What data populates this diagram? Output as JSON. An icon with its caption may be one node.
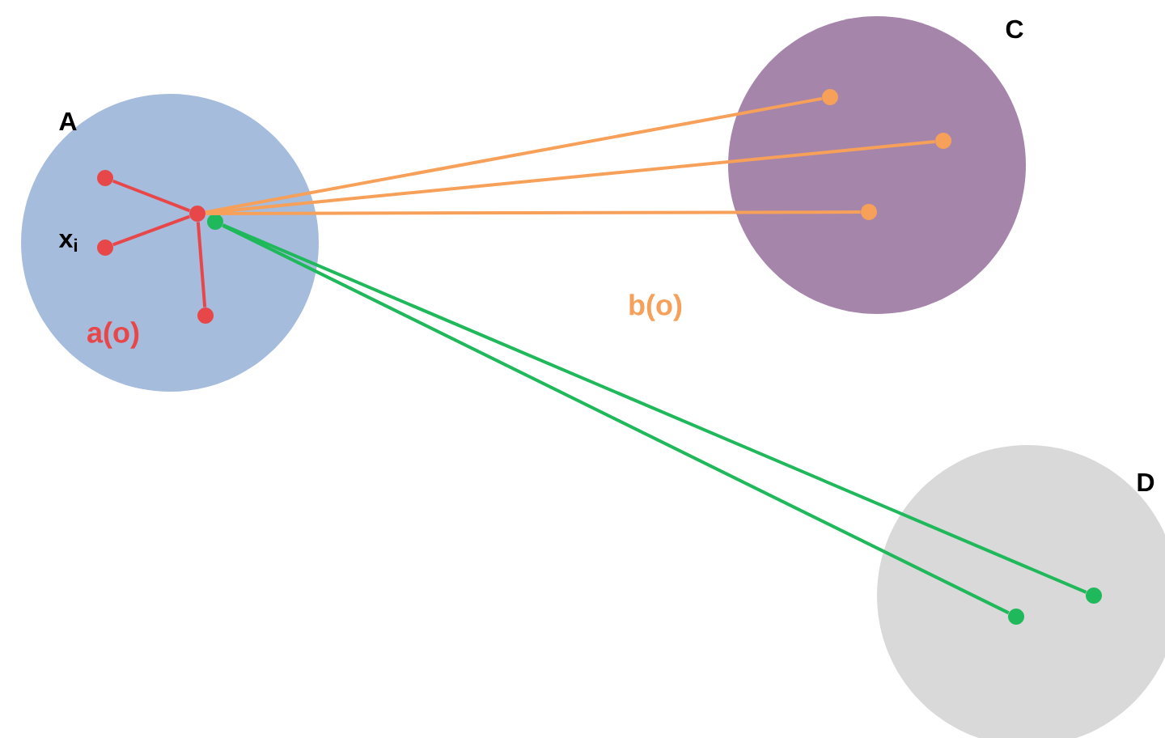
{
  "diagram": {
    "nodes": [
      {
        "text": [
          "A"
        ]
      },
      {
        "text": [],
        "shape": "circle",
        "in": 0
      },
      {
        "text": [],
        "shape": "circle",
        "in": 0,
        "beside": [
          "x$_{i}$"
        ]
      },
      {
        "text": [],
        "shape": "circle",
        "in": 0
      },
      {
        "text": [],
        "shape": "circle",
        "in": 0
      },
      {
        "text": [],
        "shape": "circle",
        "in": 0
      },
      {
        "text": [
          "C"
        ]
      },
      {
        "text": [],
        "shape": "circle",
        "in": 6
      },
      {
        "text": [],
        "shape": "circle",
        "in": 6
      },
      {
        "text": [],
        "shape": "circle",
        "in": 6
      },
      {
        "text": [
          "D"
        ]
      },
      {
        "text": [],
        "shape": "circle",
        "in": 10
      },
      {
        "text": [],
        "shape": "circle",
        "in": 10
      }
    ],
    "edges": [
      {
        "from": 3,
        "to": 1,
        "arrow": "none",
        "color": "#e8474a"
      },
      {
        "from": 3,
        "to": 2,
        "arrow": "none",
        "color": "#e8474a"
      },
      {
        "from": 3,
        "to": 5,
        "arrow": "none",
        "color": "#e8474a"
      },
      {
        "from": 3,
        "to": 7,
        "arrow": "none",
        "color": "#f7a05a"
      },
      {
        "from": 3,
        "to": 8,
        "arrow": "none",
        "color": "#f7a05a"
      },
      {
        "from": 3,
        "to": 9,
        "arrow": "none",
        "color": "#f7a05a"
      },
      {
        "from": 4,
        "to": 11,
        "arrow": "none",
        "color": "#1fb85a"
      },
      {
        "from": 4,
        "to": 12,
        "arrow": "none",
        "color": "#1fb85a"
      }
    ],
    "labels": [
      "a(o)",
      "b(o)"
    ]
  }
}
